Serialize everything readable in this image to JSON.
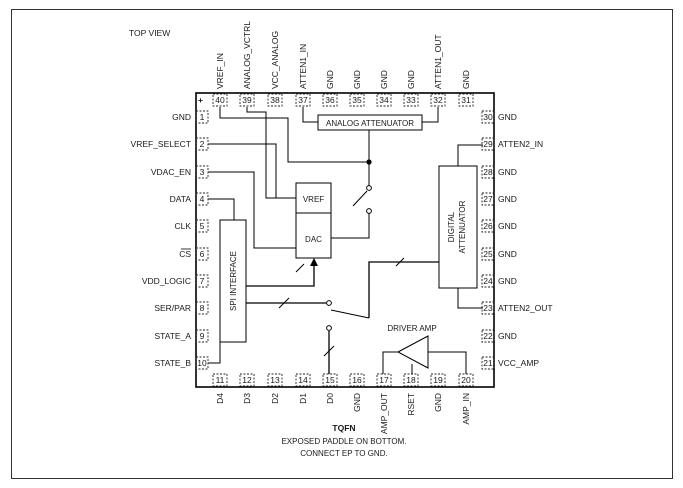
{
  "top_view_label": "TOP VIEW",
  "package_name": "TQFN",
  "footnote_line1": "EXPOSED PADDLE ON BOTTOM.",
  "footnote_line2": "CONNECT EP TO GND.",
  "pin1_marker": "+",
  "pins_left": [
    {
      "num": "1",
      "name": "GND"
    },
    {
      "num": "2",
      "name": "VREF_SELECT"
    },
    {
      "num": "3",
      "name": "VDAC_EN"
    },
    {
      "num": "4",
      "name": "DATA"
    },
    {
      "num": "5",
      "name": "CLK"
    },
    {
      "num": "6",
      "name": "CS"
    },
    {
      "num": "7",
      "name": "VDD_LOGIC"
    },
    {
      "num": "8",
      "name": "SER/PAR"
    },
    {
      "num": "9",
      "name": "STATE_A"
    },
    {
      "num": "10",
      "name": "STATE_B"
    }
  ],
  "pins_bottom": [
    {
      "num": "11",
      "name": "D4"
    },
    {
      "num": "12",
      "name": "D3"
    },
    {
      "num": "13",
      "name": "D2"
    },
    {
      "num": "14",
      "name": "D1"
    },
    {
      "num": "15",
      "name": "D0"
    },
    {
      "num": "16",
      "name": "GND"
    },
    {
      "num": "17",
      "name": "AMP_OUT"
    },
    {
      "num": "18",
      "name": "RSET"
    },
    {
      "num": "19",
      "name": "GND"
    },
    {
      "num": "20",
      "name": "AMP_IN"
    }
  ],
  "pins_right": [
    {
      "num": "30",
      "name": "GND"
    },
    {
      "num": "29",
      "name": "ATTEN2_IN"
    },
    {
      "num": "28",
      "name": "GND"
    },
    {
      "num": "27",
      "name": "GND"
    },
    {
      "num": "26",
      "name": "GND"
    },
    {
      "num": "25",
      "name": "GND"
    },
    {
      "num": "24",
      "name": "GND"
    },
    {
      "num": "23",
      "name": "ATTEN2_OUT"
    },
    {
      "num": "22",
      "name": "GND"
    },
    {
      "num": "21",
      "name": "VCC_AMP"
    }
  ],
  "pins_top": [
    {
      "num": "40",
      "name": "VREF_IN"
    },
    {
      "num": "39",
      "name": "ANALOG_VCTRL"
    },
    {
      "num": "38",
      "name": "VCC_ANALOG"
    },
    {
      "num": "37",
      "name": "ATTEN1_IN"
    },
    {
      "num": "36",
      "name": "GND"
    },
    {
      "num": "35",
      "name": "GND"
    },
    {
      "num": "34",
      "name": "GND"
    },
    {
      "num": "33",
      "name": "GND"
    },
    {
      "num": "32",
      "name": "ATTEN1_OUT"
    },
    {
      "num": "31",
      "name": "GND"
    }
  ],
  "blocks": {
    "analog_attenuator": "ANALOG ATTENUATOR",
    "vref": "VREF",
    "dac": "DAC",
    "spi_interface": "SPI INTERFACE",
    "digital_attenuator_line1": "DIGITAL",
    "digital_attenuator_line2": "ATTENUATOR",
    "driver_amp": "DRIVER AMP"
  }
}
